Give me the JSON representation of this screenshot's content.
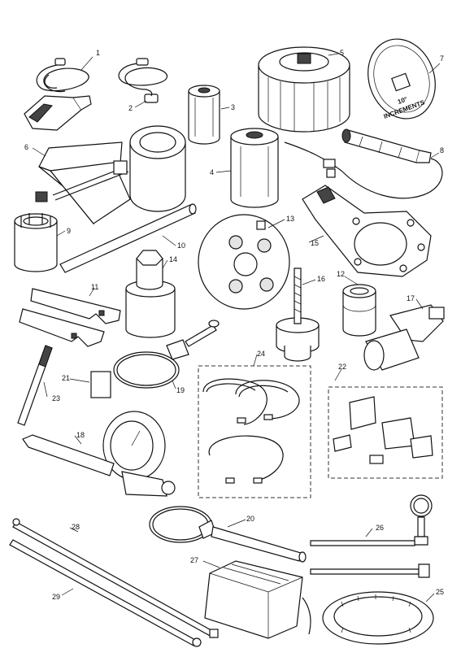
{
  "callouts": {
    "c1": "1",
    "c2": "2",
    "c3": "3",
    "c4": "4",
    "c5": "5",
    "c6": "6",
    "c7": "7",
    "c8": "8",
    "c9": "9",
    "c10": "10",
    "c11": "11",
    "c12": "12",
    "c13": "13",
    "c14": "14",
    "c15": "15",
    "c16": "16",
    "c17": "17",
    "c18": "18",
    "c19": "19",
    "c20": "20",
    "c21": "21",
    "c22": "22",
    "c23": "23",
    "c24": "24",
    "c25": "25",
    "c26": "26",
    "c27": "27",
    "c28": "28",
    "c29": "29"
  },
  "dial_text": {
    "line1": "10°",
    "line2": "INCREMENTS"
  }
}
